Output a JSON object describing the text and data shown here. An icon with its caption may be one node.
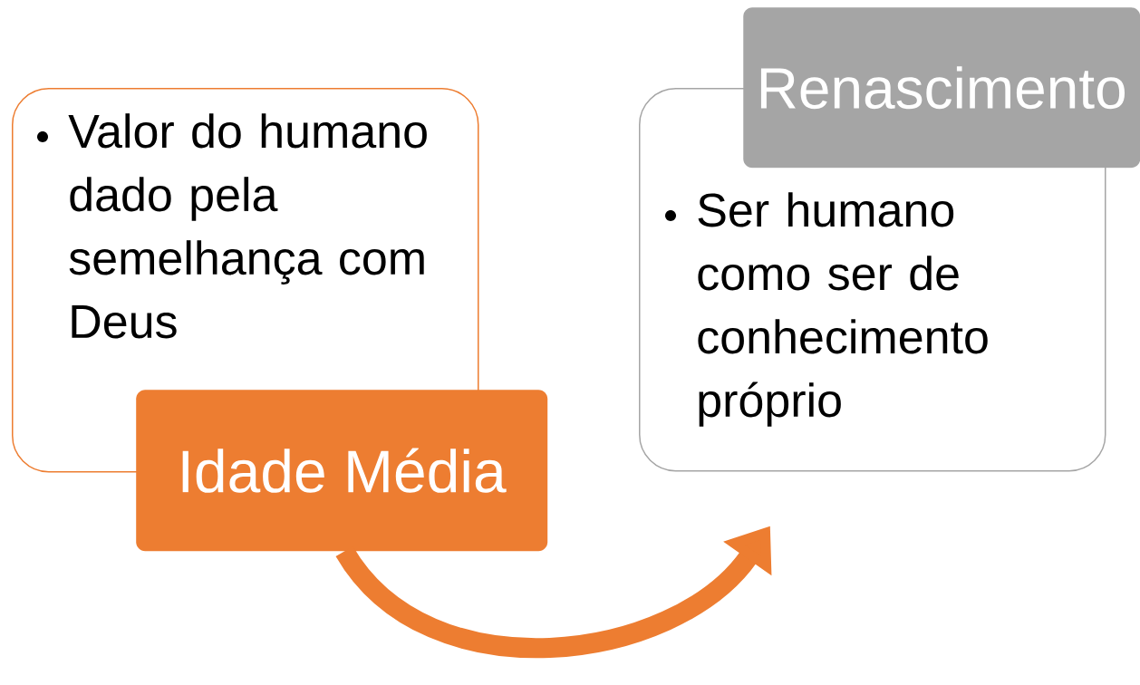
{
  "diagram": {
    "nodes": [
      {
        "text": [
          "Valor do humano dado pela semelhança com Deus"
        ]
      },
      {
        "text": [
          "Idade Média"
        ]
      },
      {
        "text": [
          "Ser humano como ser de conhecimento próprio"
        ]
      },
      {
        "text": [
          "Renascimento"
        ]
      }
    ],
    "edges": [
      {
        "from": 1,
        "to": 2,
        "arrow": "to"
      }
    ]
  }
}
